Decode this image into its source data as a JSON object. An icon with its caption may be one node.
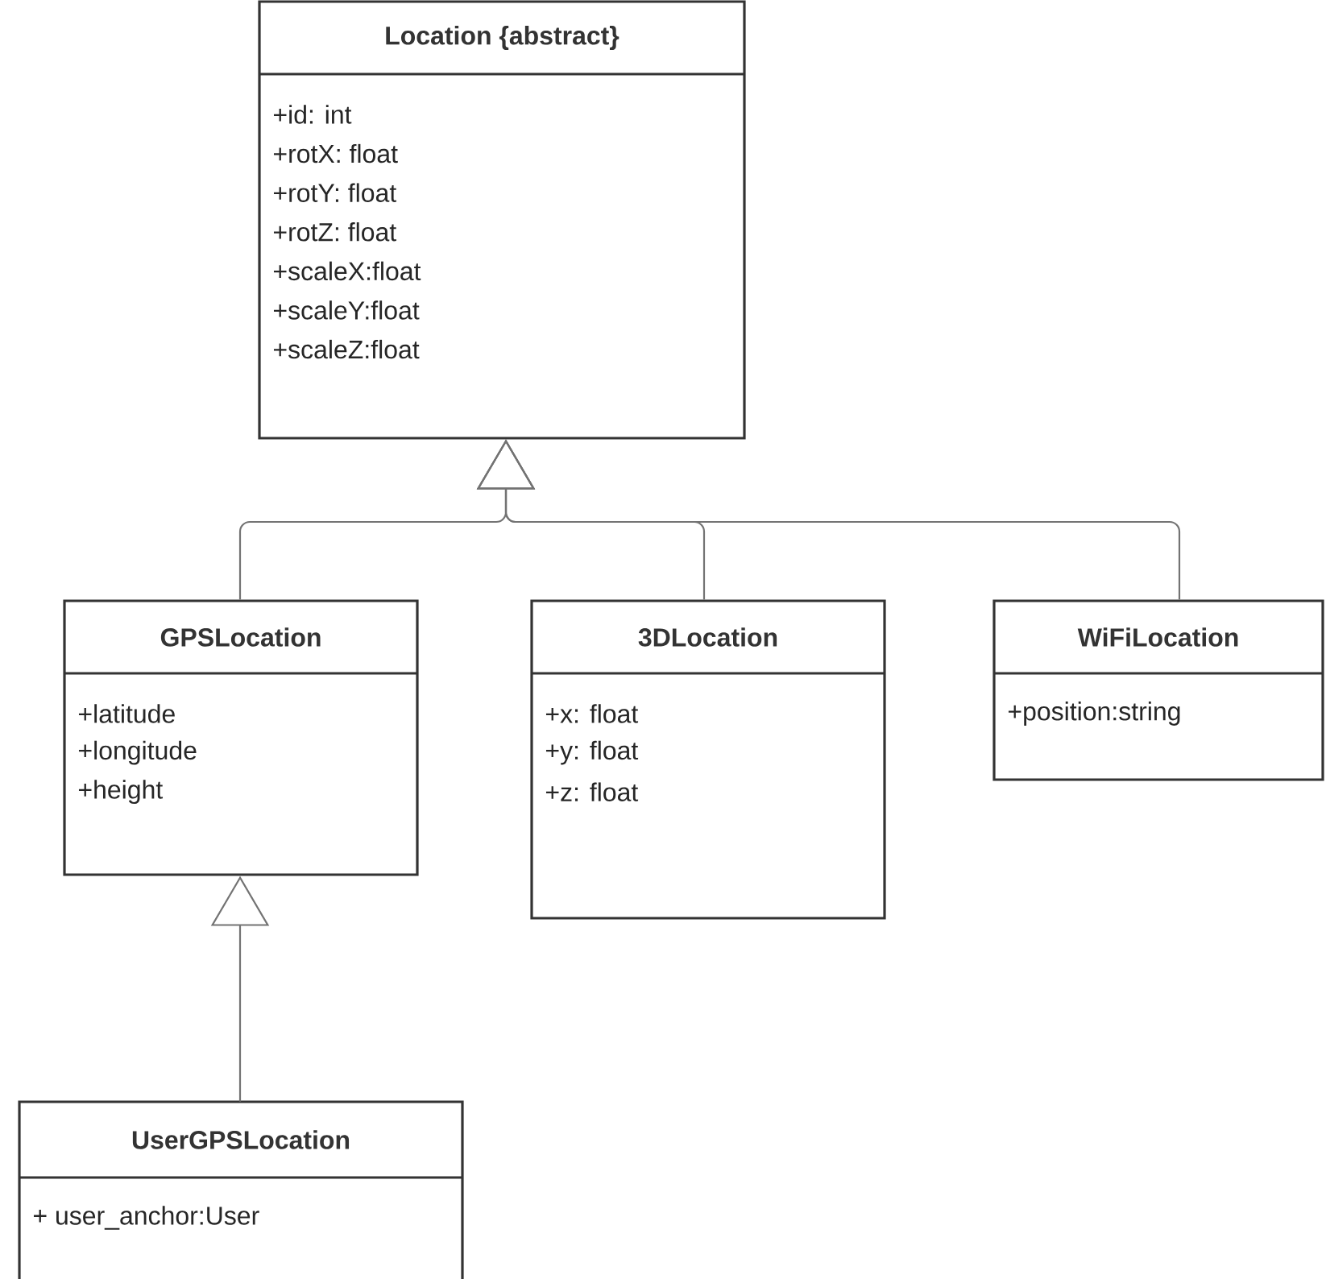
{
  "diagram": {
    "nodes": [
      {
        "text": [
          "Location {abstract}",
          "+id: int",
          "+rotX: float",
          "+rotY: float",
          "+rotZ: float",
          "+scaleX:float",
          "+scaleY:float",
          "+scaleZ:float"
        ]
      },
      {
        "text": [
          "GPSLocation",
          "+latitude",
          "+longitude",
          "+height"
        ]
      },
      {
        "text": [
          "3DLocation",
          "+x: float",
          "+y: float",
          "+z: float"
        ]
      },
      {
        "text": [
          "WiFiLocation",
          "+position:string"
        ]
      },
      {
        "text": [
          "UserGPSLocation",
          "+ user_anchor:User"
        ]
      }
    ],
    "edges": [
      {
        "from": 1,
        "to": 0,
        "arrow": "to"
      },
      {
        "from": 2,
        "to": 0,
        "arrow": "to"
      },
      {
        "from": 3,
        "to": 0,
        "arrow": "to"
      },
      {
        "from": 4,
        "to": 1,
        "arrow": "to"
      }
    ]
  }
}
